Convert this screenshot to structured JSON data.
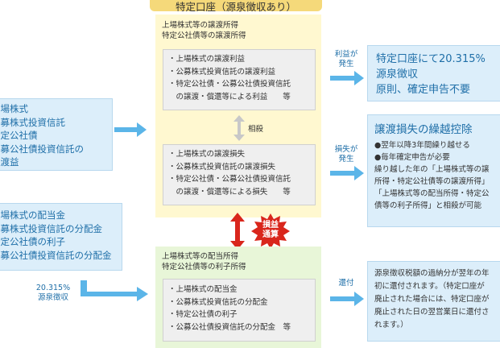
{
  "header": {
    "title": "特定口座（源泉徴収あり）"
  },
  "left": {
    "box1": [
      "上場株式",
      "公募株式投資信託",
      "特定公社債",
      "公募公社債投資信託の",
      "譲渡益"
    ],
    "box2": [
      "上場株式の配当金",
      "公募株式投資信託の分配金",
      "特定公社債の利子",
      "公募公社債投資信託の分配金"
    ],
    "tax_rate": "20.315%",
    "tax_label": "源泉徴収"
  },
  "center": {
    "section1": {
      "heading": [
        "上場株式等の譲渡所得",
        "特定公社債等の譲渡所得"
      ],
      "gains": [
        "・上場株式の譲渡利益",
        "・公募株式投資信託の譲渡利益",
        "・特定公社債・公募公社債投資信託",
        "　の譲渡・償還等による利益　　等"
      ],
      "offset_label": "相殺",
      "losses": [
        "・上場株式の譲渡損失",
        "・公募株式投資信託の譲渡損失",
        "・特定公社債・公募公社債投資信託",
        "　の譲渡・償還等による損失　　等"
      ]
    },
    "badge": [
      "損益",
      "通算"
    ],
    "section2": {
      "heading": [
        "上場株式等の配当所得",
        "特定公社債等の利子所得"
      ],
      "items": [
        "・上場株式の配当金",
        "・公募株式投資信託の分配金",
        "・特定公社債の利子",
        "・公募公社債投資信託の分配金　等"
      ]
    }
  },
  "arrows": {
    "profit": [
      "利益が",
      "発生"
    ],
    "loss": [
      "損失が",
      "発生"
    ],
    "refund": "還付"
  },
  "right": {
    "box1": [
      "特定口座にて20.315%",
      "源泉徴収",
      "原則、確定申告不要"
    ],
    "box2": {
      "title": "譲渡損失の繰越控除",
      "bullets": [
        "●翌年以降3年間繰り越せる",
        "●毎年確定申告が必要"
      ],
      "body": [
        "繰り越した年の「上場株式等の譲",
        "所得・特定公社債等の譲渡所得」",
        "「上場株式等の配当所得・特定公",
        "債等の利子所得」と相殺が可能"
      ]
    },
    "box3": [
      "源泉徴収税額の過納分が翌年の年",
      "初に還付されます。（特定口座が",
      "廃止された場合には、特定口座が",
      "廃止された日の翌営業日に還付さ",
      "れます。）"
    ]
  },
  "colors": {
    "accent_blue": "#1f6fa8",
    "arrow_blue": "#5bb5e8",
    "badge_red": "#d9261c",
    "yellow_panel": "#fff8d0",
    "green_panel": "#e8f6d8"
  }
}
